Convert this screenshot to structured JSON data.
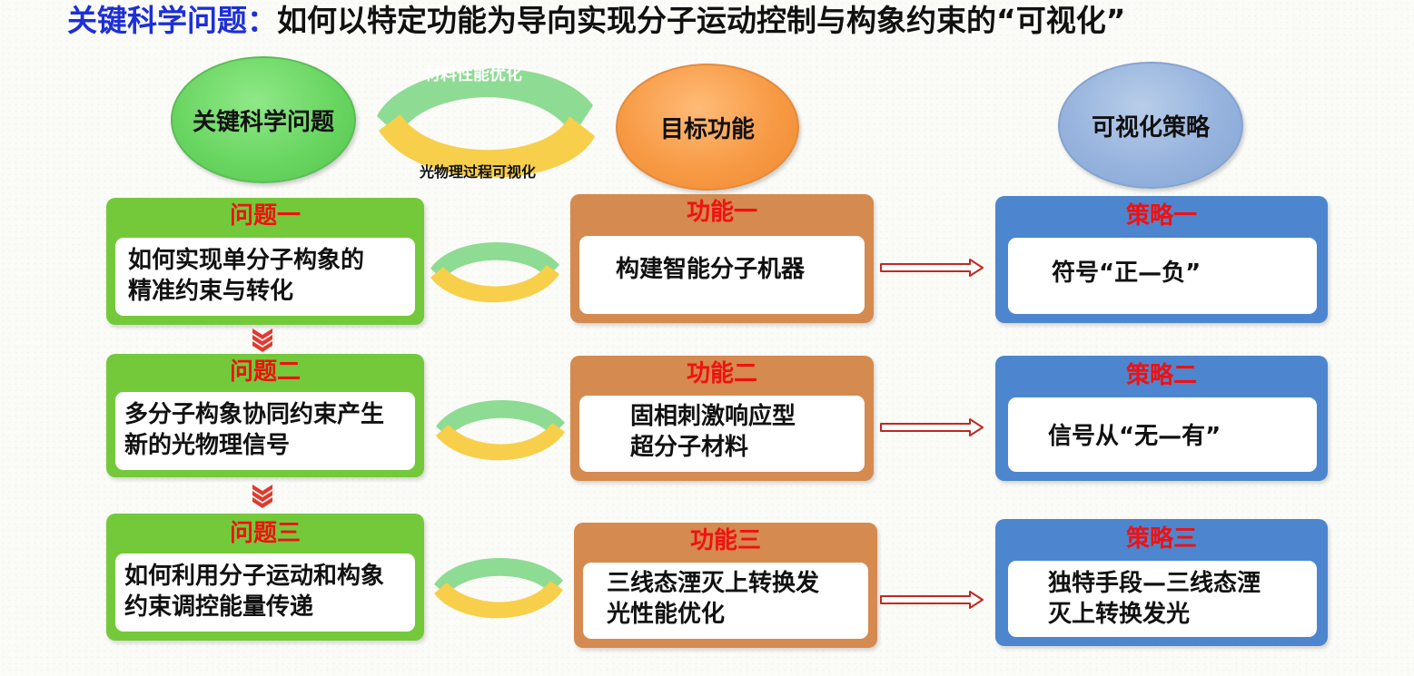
{
  "title": {
    "key": "关键科学问题：",
    "rest": "如何以特定功能为导向实现分子运动控制与构象约束的“可视化”"
  },
  "header": {
    "col1": "关键科学问题",
    "col2": "目标功能",
    "col3": "可视化策略",
    "cycle_top": "材料性能优化",
    "cycle_bottom": "光物理过程可视化"
  },
  "colors": {
    "title_key": "#1d2fd6",
    "panel_heading": "#f01111",
    "green": "#74c93b",
    "orange": "#d58a4f",
    "blue": "#4d86cf",
    "cycle_green": "#8edb93",
    "cycle_yellow": "#f7cf4a",
    "arrow_red": "#c2281f"
  },
  "rows": [
    {
      "problem": {
        "heading": "问题一",
        "lines": [
          "如何实现单分子构象的",
          "精准约束与转化"
        ]
      },
      "function": {
        "heading": "功能一",
        "lines": [
          "构建智能分子机器"
        ]
      },
      "strategy": {
        "heading": "策略一",
        "lines": [
          "符号“正—负”"
        ]
      }
    },
    {
      "problem": {
        "heading": "问题二",
        "lines": [
          "多分子构象协同约束产生",
          "新的光物理信号"
        ]
      },
      "function": {
        "heading": "功能二",
        "lines": [
          "固相刺激响应型",
          "超分子材料"
        ]
      },
      "strategy": {
        "heading": "策略二",
        "lines": [
          "信号从“无—有”"
        ]
      }
    },
    {
      "problem": {
        "heading": "问题三",
        "lines": [
          "如何利用分子运动和构象",
          "约束调控能量传递"
        ]
      },
      "function": {
        "heading": "功能三",
        "lines": [
          "三线态湮灭上转换发",
          "光性能优化"
        ]
      },
      "strategy": {
        "heading": "策略三",
        "lines": [
          "独特手段—三线态湮",
          "灭上转换发光"
        ]
      }
    }
  ],
  "icons": {
    "cycle": "cycle-arrows-icon",
    "right_arrow": "double-right-arrow-icon",
    "down_chevron": "triple-chevron-down-icon"
  }
}
